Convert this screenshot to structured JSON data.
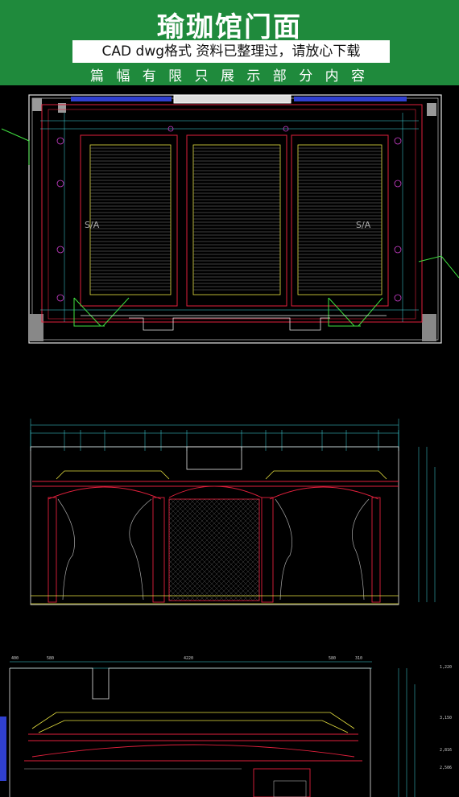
{
  "header": {
    "title": "瑜珈馆门面",
    "subtitle": "CAD  dwg格式 资料已整理过，请放心下载",
    "note": "篇 幅 有 限 只 展 示 部 分 内 容"
  },
  "drawings": {
    "plan": {
      "label_left": "S/A",
      "label_right": "S/A"
    },
    "elevation2": {
      "top_dims": [
        "400",
        "580",
        "4220",
        "580",
        "310"
      ],
      "right_dims": [
        "1,220",
        "3,150",
        "2,816",
        "2,506"
      ]
    }
  },
  "colors": {
    "banner": "#1f8a3c",
    "cad_red": "#e0203c",
    "cad_yellow": "#e6e040",
    "cad_cyan": "#40d8e0",
    "cad_green": "#40e040",
    "cad_magenta": "#d040d0",
    "cad_blue": "#3040d0"
  }
}
